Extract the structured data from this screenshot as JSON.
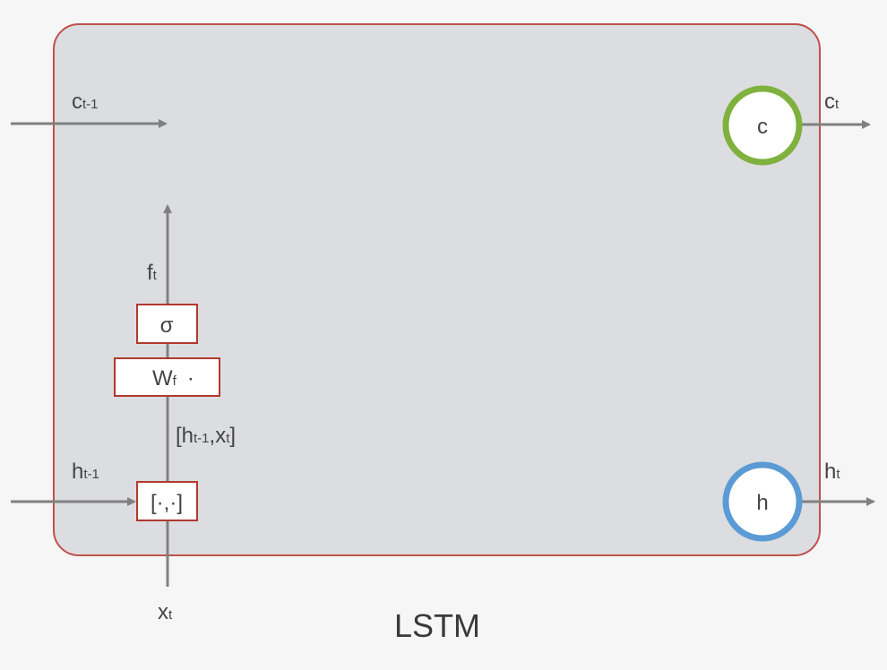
{
  "caption": "LSTM",
  "colors": {
    "cell_fill": "#dcdde0",
    "cell_border": "#c0504d",
    "arrow": "#808080",
    "box_border": "#b03a2e",
    "c_ring": "#7fb13d",
    "h_ring": "#5b9bd5"
  },
  "labels": {
    "c_prev": {
      "main": "c",
      "sub": "t-1"
    },
    "c_out": {
      "main": "c",
      "sub": "t"
    },
    "h_prev": {
      "main": "h",
      "sub": "t-1"
    },
    "h_out": {
      "main": "h",
      "sub": "t"
    },
    "x_in": {
      "main": "x",
      "sub": "t"
    },
    "f_t": {
      "main": "f",
      "sub": "t"
    },
    "concat_vec": {
      "open": "[h",
      "sub1": "t-1",
      "mid": ",x",
      "sub2": "t",
      "close": "]"
    }
  },
  "boxes": {
    "sigma": "σ",
    "weight": {
      "main": "W",
      "sub": "f",
      "dot": "·"
    },
    "concat": "[·,·]"
  },
  "nodes": {
    "c": "c",
    "h": "h"
  }
}
